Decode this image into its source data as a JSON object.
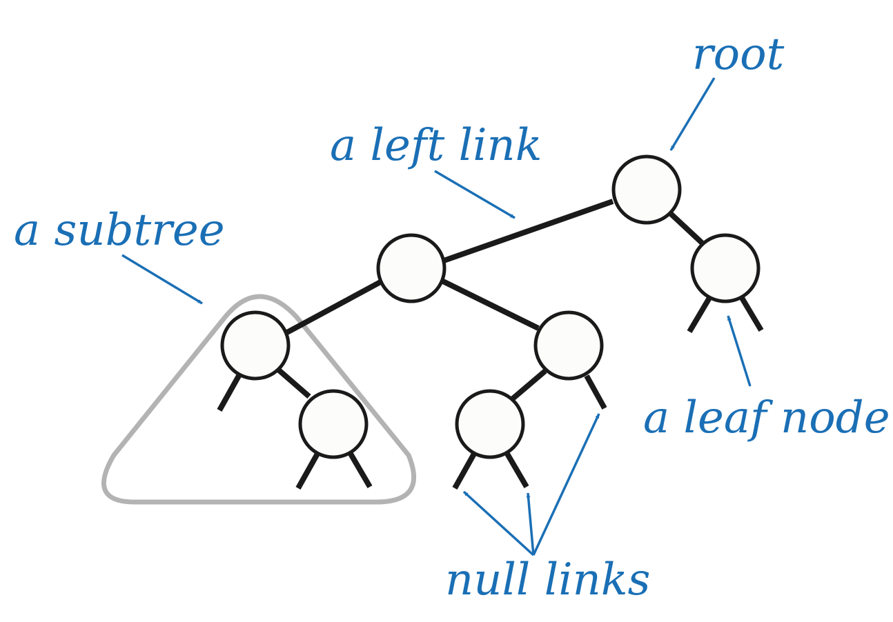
{
  "labels": {
    "root": "root",
    "left_link": "a left link",
    "subtree": "a subtree",
    "leaf_node": "a leaf node",
    "null_links": "null links"
  },
  "colors": {
    "annotation": "#1a6fb5",
    "edge": "#1a1a1a",
    "node_fill": "#fcfcfa",
    "node_stroke": "#1a1a1a",
    "subtree_outline": "#b3b3b3"
  }
}
